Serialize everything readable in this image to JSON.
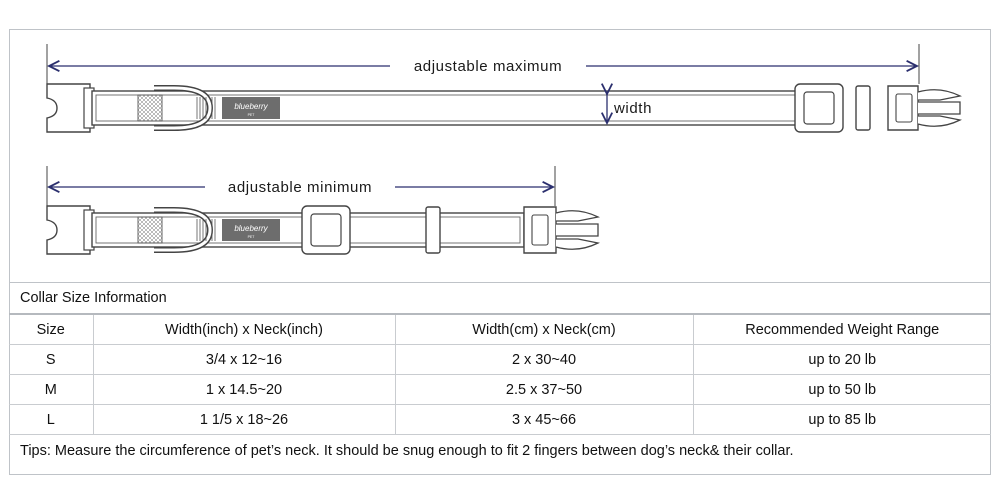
{
  "diagram": {
    "max_label": "adjustable maximum",
    "width_label": "width",
    "min_label": "adjustable minimum",
    "brand": "blueberry",
    "brand_sub": "PET",
    "colors": {
      "arrow": "#2b2f6e",
      "outline": "#4a4a4a",
      "brand_tag": "#6d6d6d"
    }
  },
  "table": {
    "title": "Collar Size Information",
    "headers": [
      "Size",
      "Width(inch)  x  Neck(inch)",
      "Width(cm)  x  Neck(cm)",
      "Recommended Weight Range"
    ],
    "rows": [
      [
        "S",
        "3/4 x 12~16",
        "2 x 30~40",
        "up to 20 lb"
      ],
      [
        "M",
        "1  x 14.5~20",
        "2.5 x 37~50",
        "up to 50 lb"
      ],
      [
        "L",
        "1 1/5 x 18~26",
        "3 x 45~66",
        "up to 85 lb"
      ]
    ]
  },
  "tips": "Tips: Measure the circumference of pet’s neck. It should be snug enough to fit 2 fingers between dog’s neck& their collar."
}
